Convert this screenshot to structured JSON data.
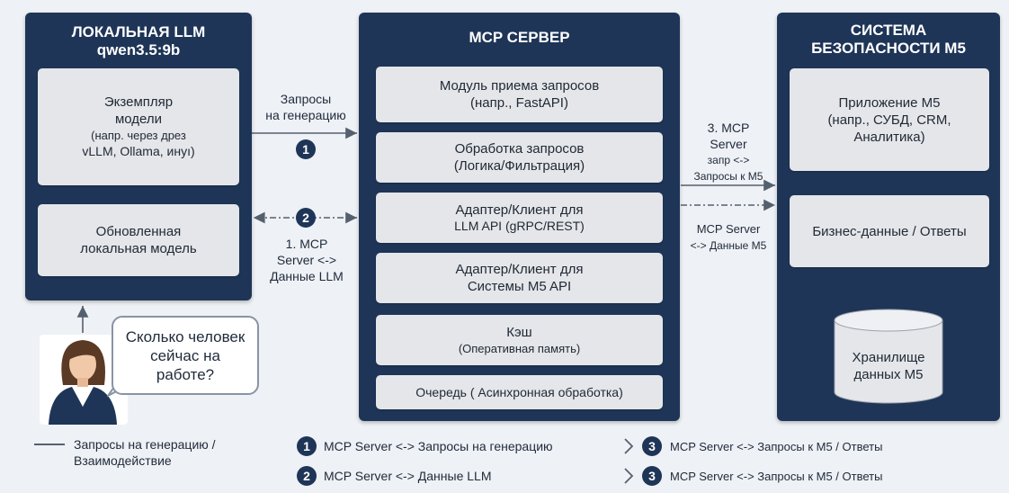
{
  "left_panel": {
    "title_line1": "ЛОКАЛЬНАЯ LLM",
    "title_line2": "qwen3.5:9b",
    "box1": {
      "l1": "Экземпляр",
      "l2": "модели",
      "l3": "(напр. через дрез",
      "l4": "vLLM, Ollama, инуı)"
    },
    "box2": {
      "l1": "Обновленная",
      "l2": "локальная модель"
    }
  },
  "center_panel": {
    "title": "MCP СЕРВЕР",
    "modules": [
      {
        "l1": "Модуль приема запросов",
        "l2": "(напр., FastAPI)"
      },
      {
        "l1": "Обработка запросов",
        "l2": "(Логика/Фильтрация)"
      },
      {
        "l1": "Адаптер/Клиент для",
        "l2": "LLM API (gRPC/REST)"
      },
      {
        "l1": "Адаптер/Клиент для",
        "l2": "Системы M5 API"
      },
      {
        "l1": "Кэш",
        "l2": "(Оперативная память)"
      },
      {
        "l1": "Очередь ( Асинхронная обработка)"
      }
    ]
  },
  "right_panel": {
    "title_line1": "СИСТЕМА",
    "title_line2": "БЕЗОПАСНОСТИ M5",
    "box1": {
      "l1": "Приложение M5",
      "l2": "(напр., СУБД, CRM,",
      "l3": "Аналитика)"
    },
    "box2": {
      "l1": "Бизнес-данные / Ответы"
    },
    "storage": {
      "l1": "Хранилище",
      "l2": "данных M5"
    }
  },
  "arrows": {
    "a1_top": "Запросы",
    "a1_bottom": "на генерацию",
    "a1_badge": "1",
    "a2_badge": "2",
    "a2_l1": "1. MCP",
    "a2_l2": "Server <->",
    "a2_l3": "Данные LLM",
    "a3_l1": "3. MCP",
    "a3_l2": "Server",
    "a3_l3": "запр <->",
    "a3_l4": "Запросы к M5",
    "a4_l1": "MCP Server",
    "a4_l2": "<-> Данные M5"
  },
  "user": {
    "bubble_l1": "Сколько человек",
    "bubble_l2": "сейчас на",
    "bubble_l3": "работе?"
  },
  "legend": {
    "line_l1": "Запросы на генерацию /",
    "line_l2": "Взаимодействие",
    "item1_badge": "1",
    "item1": "MCP Server <-> Запросы на генерацию",
    "item2_badge": "2",
    "item2": "MCP Server <-> Данные LLM",
    "item3_badge": "3",
    "item3": "MCP Server <-> Запросы к M5 / Ответы",
    "item4_badge": "3",
    "item4": "MCP Server <-> Запросы к M5 / Ответы"
  },
  "colors": {
    "panel": "#1e3557",
    "box": "#e4e6ea",
    "background": "#eef1f5"
  }
}
